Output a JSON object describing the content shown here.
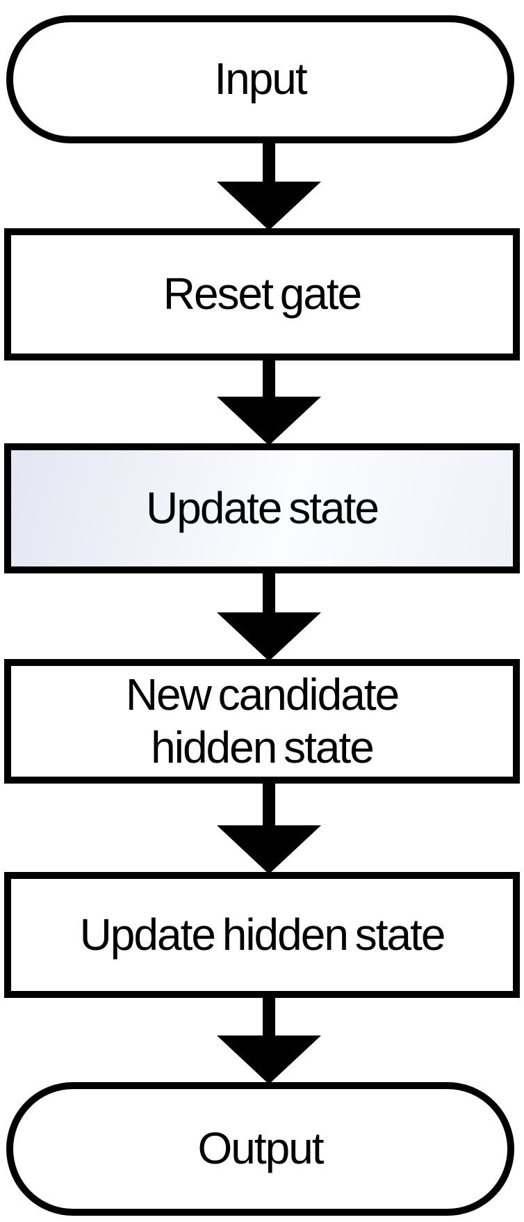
{
  "diagram": {
    "background_color": "#ffffff",
    "stroke_color": "#000000",
    "text_color": "#000000",
    "nodes": [
      {
        "id": "input",
        "shape": "stadium",
        "label": "Input",
        "fill": "#ffffff"
      },
      {
        "id": "reset-gate",
        "shape": "rectangle",
        "label": "Reset gate",
        "fill": "#ffffff"
      },
      {
        "id": "update-state",
        "shape": "rectangle",
        "label": "Update state",
        "fill_gradient": {
          "start": "#e3e6f2",
          "mid": "#fbfcfe",
          "end": "#eef1f8",
          "angle": "105deg"
        }
      },
      {
        "id": "new-candidate-hidden-state",
        "shape": "rectangle",
        "label": "New candidate hidden state",
        "fill": "#ffffff"
      },
      {
        "id": "update-hidden-state",
        "shape": "rectangle",
        "label": "Update hidden state",
        "fill": "#ffffff"
      },
      {
        "id": "output",
        "shape": "stadium",
        "label": "Output",
        "fill": "#ffffff"
      }
    ],
    "edges": [
      {
        "from": "input",
        "to": "reset-gate",
        "type": "arrow-down"
      },
      {
        "from": "reset-gate",
        "to": "update-state",
        "type": "arrow-down"
      },
      {
        "from": "update-state",
        "to": "new-candidate-hidden-state",
        "type": "arrow-down"
      },
      {
        "from": "new-candidate-hidden-state",
        "to": "update-hidden-state",
        "type": "arrow-down"
      },
      {
        "from": "update-hidden-state",
        "to": "output",
        "type": "arrow-down"
      }
    ]
  }
}
